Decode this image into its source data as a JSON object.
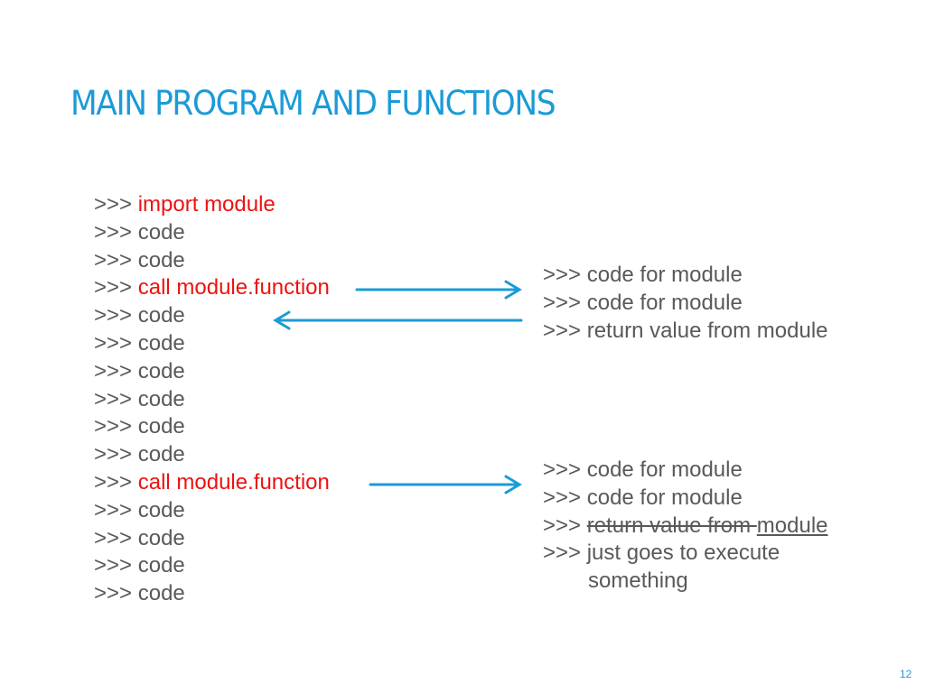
{
  "title": "MAIN PROGRAM AND FUNCTIONS",
  "prompt": ">>>",
  "main_program": [
    {
      "text": "import module",
      "highlight": true
    },
    {
      "text": "code",
      "highlight": false
    },
    {
      "text": "code",
      "highlight": false
    },
    {
      "text": "call module.function",
      "highlight": true
    },
    {
      "text": "code",
      "highlight": false
    },
    {
      "text": "code",
      "highlight": false
    },
    {
      "text": "code",
      "highlight": false
    },
    {
      "text": "code",
      "highlight": false
    },
    {
      "text": "code",
      "highlight": false
    },
    {
      "text": "code",
      "highlight": false
    },
    {
      "text": "call module.function",
      "highlight": true
    },
    {
      "text": "code",
      "highlight": false
    },
    {
      "text": "code",
      "highlight": false
    },
    {
      "text": "code",
      "highlight": false
    },
    {
      "text": "code",
      "highlight": false
    }
  ],
  "function_block_1": [
    "code for module",
    "code for module",
    "return value from module"
  ],
  "function_block_2": {
    "line1": "code for module",
    "line2": "code for module",
    "struck": "return value from ",
    "underlined": "module",
    "line4": "just goes to execute",
    "line5": "something"
  },
  "page_number": "12",
  "colors": {
    "title": "#1a9bd7",
    "highlight": "#ee1111",
    "text": "#595959",
    "arrow": "#1a9bd7"
  }
}
